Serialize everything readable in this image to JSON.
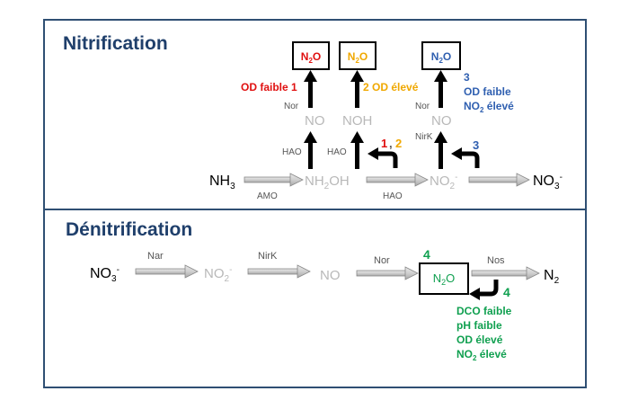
{
  "nitrification": {
    "title": "Nitrification",
    "species": {
      "nh3": "NH3",
      "nh2oh": "NH2OH",
      "no2": "NO2-",
      "no3": "NO3-",
      "no_left": "NO",
      "noh": "NOH",
      "no_right": "NO",
      "n2o_1": "N2O",
      "n2o_2": "N2O",
      "n2o_3": "N2O"
    },
    "enzymes": {
      "amo": "AMO",
      "hao_bottom": "HAO",
      "hao_left": "HAO",
      "hao_mid": "HAO",
      "nor_left": "Nor",
      "nor_right": "Nor",
      "nirk": "NirK"
    },
    "pathway_labels": {
      "p1": "1",
      "p2": "2",
      "p3": "3",
      "comma": ","
    },
    "conditions": {
      "c1": "OD faible 1",
      "c2": "2 OD élevé",
      "c3_num": "3",
      "c3_line1": "OD faible",
      "c3_line2": "NO2 élevé"
    }
  },
  "denitrification": {
    "title": "Dénitrification",
    "species": {
      "no3": "NO3-",
      "no2": "NO2-",
      "no": "NO",
      "n2o": "N2O",
      "n2": "N2"
    },
    "enzymes": {
      "nar": "Nar",
      "nirk": "NirK",
      "nor": "Nor",
      "nos": "Nos"
    },
    "pathway_labels": {
      "p4_top": "4",
      "p4_side": "4"
    },
    "conditions": [
      "DCO faible",
      "pH faible",
      "OD élevé",
      "NO2 élevé"
    ]
  },
  "colors": {
    "frame": "#2f4f73",
    "title": "#1f3f6b",
    "red": "#e01010",
    "orange": "#f0a800",
    "blue": "#2f5fb0",
    "green": "#10a050",
    "gray": "#b8b8b8"
  }
}
